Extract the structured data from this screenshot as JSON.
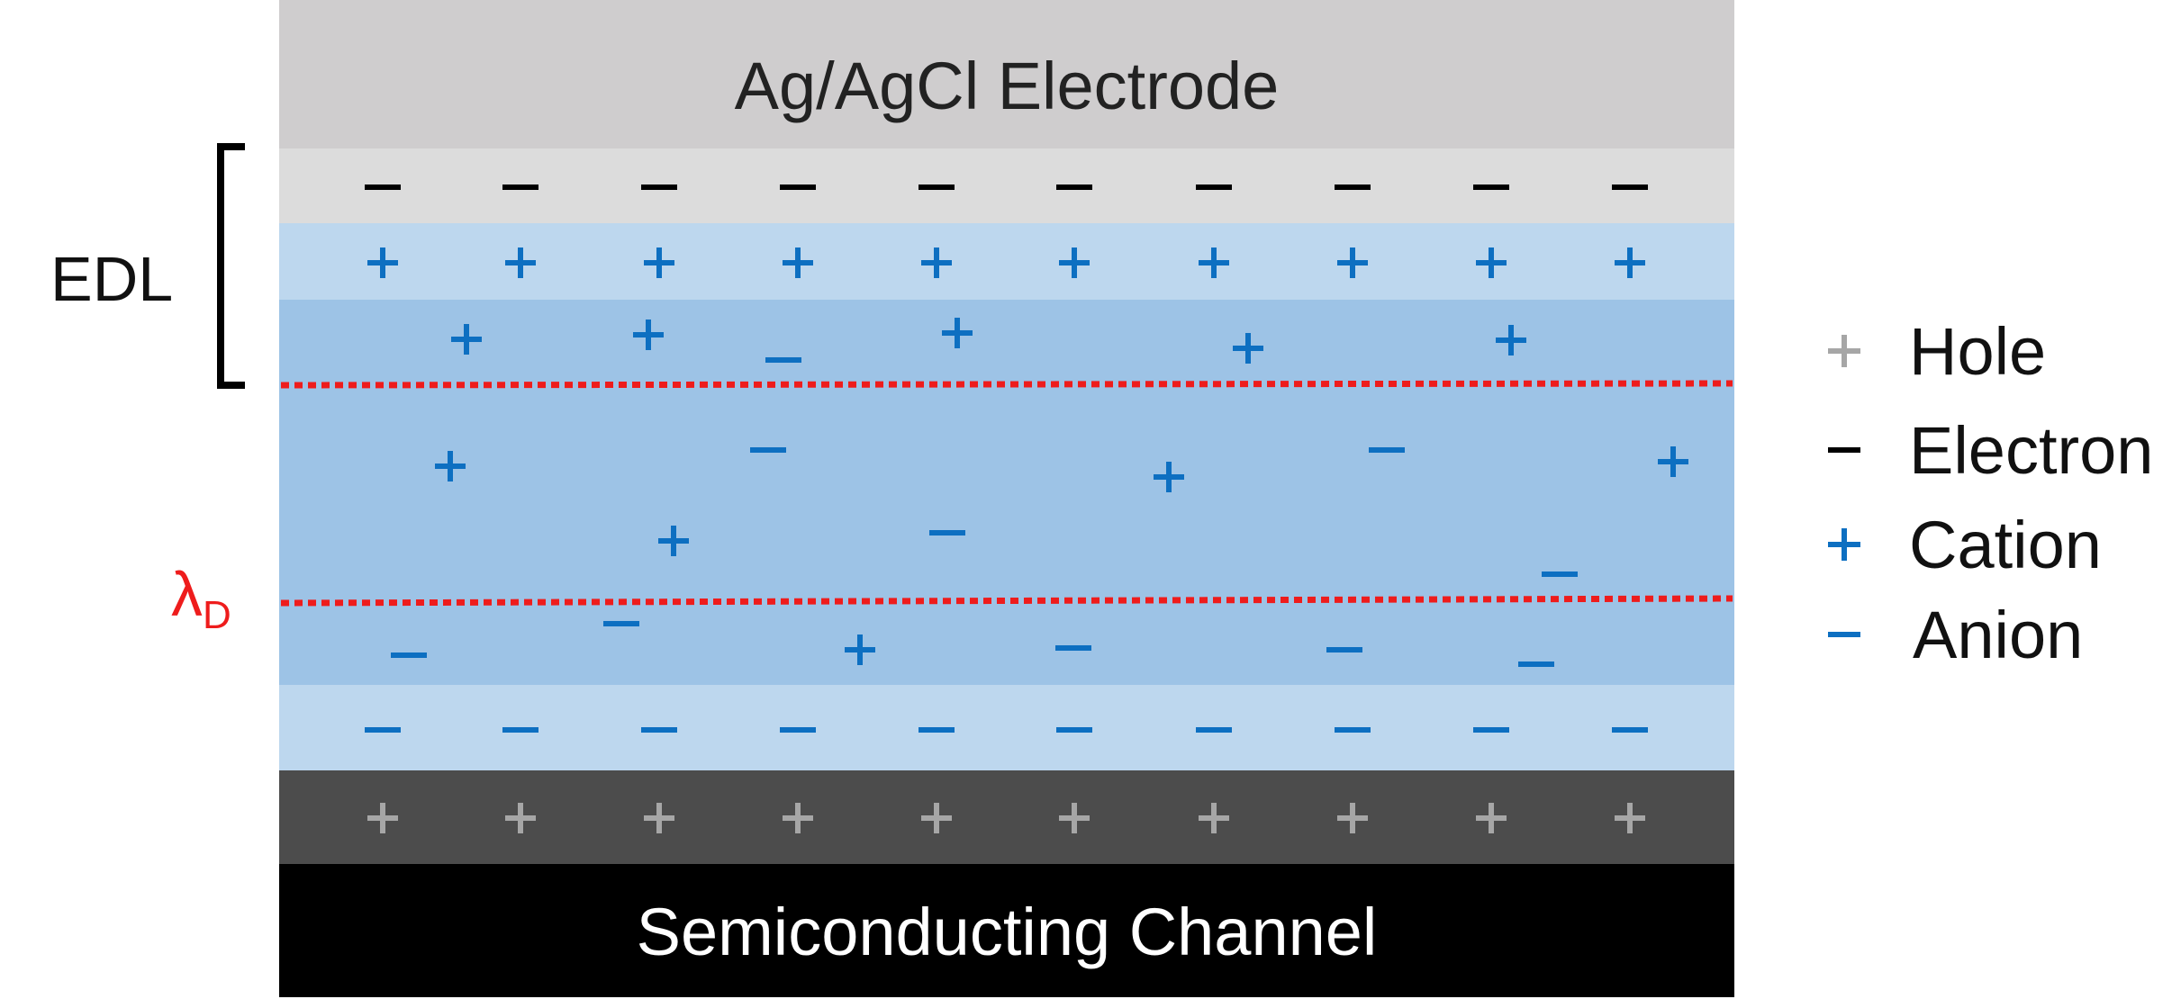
{
  "diagram": {
    "electrode_label": "Ag/AgCl Electrode",
    "channel_label": "Semiconducting Channel",
    "edl_label": "EDL",
    "lambda_symbol": "λ",
    "lambda_subscript": "D",
    "legend": [
      {
        "label": "Hole",
        "symbol": "+",
        "color": "#a6a6a6"
      },
      {
        "label": "Electron",
        "symbol": "−",
        "color": "#000000"
      },
      {
        "label": "Cation",
        "symbol": "+",
        "color": "#0d6fc1"
      },
      {
        "label": "Anion",
        "symbol": "−",
        "color": "#0d6fc1"
      }
    ],
    "colors": {
      "electrode": "#cfcdce",
      "electron_layer": "#dcdcdc",
      "cation_layer": "#bdd7ee",
      "bulk": "#9dc3e6",
      "hole_layer": "#4c4c4c",
      "channel": "#000000",
      "debye_line": "#ee1c1c",
      "ion": "#0d6fc1",
      "hole": "#a6a6a6",
      "electron": "#000000"
    }
  }
}
